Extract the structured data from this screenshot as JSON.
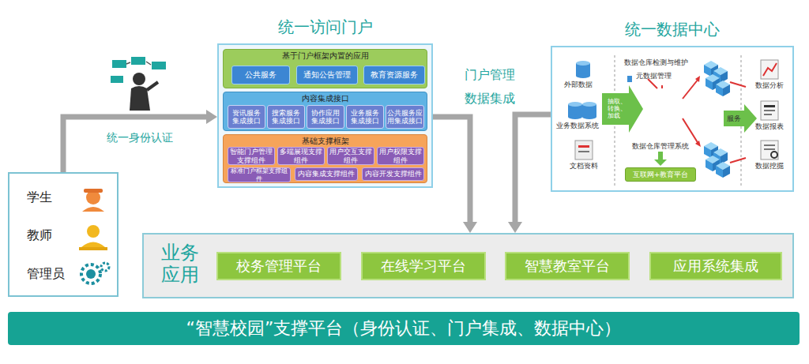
{
  "diagram": {
    "title": "“智慧校园”支撑平台（身份认证、门户集成、数据中心）",
    "nodes": [
      {
        "text": [
          "学生",
          "教师",
          "管理员"
        ]
      },
      {
        "text": [
          "统一访问门户"
        ]
      },
      {
        "text": [
          "基于门户框架内置的应用"
        ],
        "in": 1
      },
      {
        "text": [
          "公共服务"
        ],
        "in": 2
      },
      {
        "text": [
          "通知公告管理"
        ],
        "in": 2
      },
      {
        "text": [
          "教育资源服务"
        ],
        "in": 2
      },
      {
        "text": [
          "内容集成接口"
        ],
        "in": 1
      },
      {
        "text": [
          "资讯服务集成接口"
        ],
        "in": 6
      },
      {
        "text": [
          "搜索服务集成接口"
        ],
        "in": 6
      },
      {
        "text": [
          "协作应用集成接口"
        ],
        "in": 6
      },
      {
        "text": [
          "业务服务集成接口"
        ],
        "in": 6
      },
      {
        "text": [
          "公共服务应用集成接口"
        ],
        "in": 6
      },
      {
        "text": [
          "基础支撑框架"
        ],
        "in": 1
      },
      {
        "text": [
          "智能门户管理支撑组件"
        ],
        "in": 12
      },
      {
        "text": [
          "多端展现支撑组件"
        ],
        "in": 12
      },
      {
        "text": [
          "用户交互支撑组件"
        ],
        "in": 12
      },
      {
        "text": [
          "用户权限支撑组件"
        ],
        "in": 12
      },
      {
        "text": [
          "标准门户框架支撑组件"
        ],
        "in": 12
      },
      {
        "text": [
          "内容集成支撑组件"
        ],
        "in": 12
      },
      {
        "text": [
          "内容开发支撑组件"
        ],
        "in": 12
      },
      {
        "text": [
          "统一数据中心"
        ]
      },
      {
        "text": [
          "互联网+教育平台"
        ],
        "in": 20
      },
      {
        "text": [
          "业务应用"
        ]
      },
      {
        "text": [
          "校务管理平台"
        ],
        "in": 22
      },
      {
        "text": [
          "在线学习平台"
        ],
        "in": 22
      },
      {
        "text": [
          "智慧教室平台"
        ],
        "in": 22
      },
      {
        "text": [
          "应用系统集成"
        ],
        "in": 22
      }
    ],
    "edges": [
      {
        "from": 0,
        "to": 1,
        "arrow": "to",
        "label": "统一身份认证"
      },
      {
        "from": 1,
        "to": 22,
        "arrow": "to"
      },
      {
        "from": 20,
        "to": 22,
        "arrow": "to"
      }
    ],
    "labels": [
      "门户管理",
      "数据集成",
      "外部数据",
      "业务数据系统",
      "文档资料",
      "抽取、转换、加载",
      "数据仓库检测与维护",
      "元数据管理",
      "数据仓库管理系统",
      "服务",
      "数据分析",
      "数据报表",
      "数据挖掘"
    ]
  }
}
